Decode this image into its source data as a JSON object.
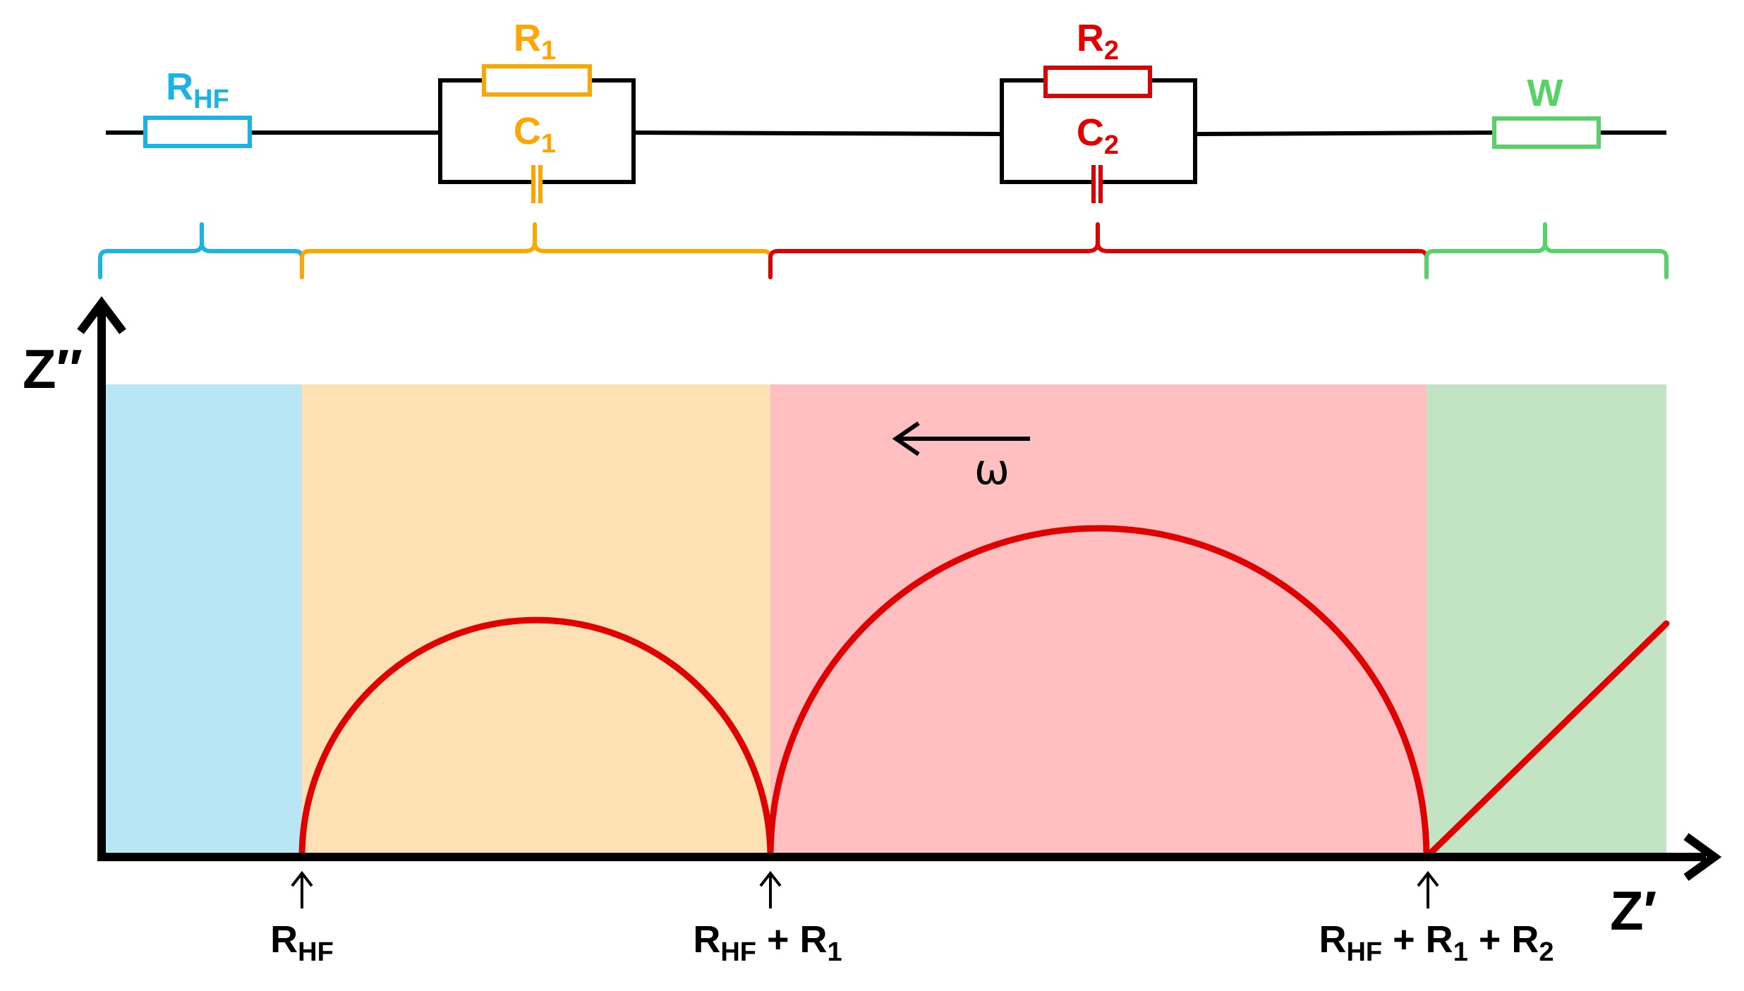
{
  "colors": {
    "rhf": "#1bb3e4",
    "rc1": "#ffa500",
    "rc2": "#e00000",
    "w": "#55d366",
    "black": "#000000",
    "region_rhf": "#b9e6f5",
    "region_rc1": "#fde0b4",
    "region_rc2": "#ffbfc0",
    "region_w": "#c3e4c3",
    "curve": "#e00000"
  },
  "circuit": {
    "rhf": {
      "main": "R",
      "sub": "HF"
    },
    "r1": {
      "main": "R",
      "sub": "1"
    },
    "c1": {
      "main": "C",
      "sub": "1"
    },
    "r2": {
      "main": "R",
      "sub": "2"
    },
    "c2": {
      "main": "C",
      "sub": "2"
    },
    "w": {
      "main": "W"
    }
  },
  "axes": {
    "y_label": "Z″",
    "x_label": "Z′"
  },
  "frequency_arrow": {
    "label": "ω"
  },
  "markers": {
    "m1": [
      {
        "t": "R"
      },
      {
        "t": "HF",
        "sub": true
      }
    ],
    "m2": [
      {
        "t": "R"
      },
      {
        "t": "HF",
        "sub": true
      },
      {
        "t": " + R"
      },
      {
        "t": "1",
        "sub": true
      }
    ],
    "m3": [
      {
        "t": "R"
      },
      {
        "t": "HF",
        "sub": true
      },
      {
        "t": " + R"
      },
      {
        "t": "1",
        "sub": true
      },
      {
        "t": " + R"
      },
      {
        "t": "2",
        "sub": true
      }
    ]
  },
  "icons": {
    "resistor": "resistor-icon",
    "capacitor": "capacitor-icon",
    "warburg": "warburg-icon",
    "arrow": "arrow-icon"
  }
}
